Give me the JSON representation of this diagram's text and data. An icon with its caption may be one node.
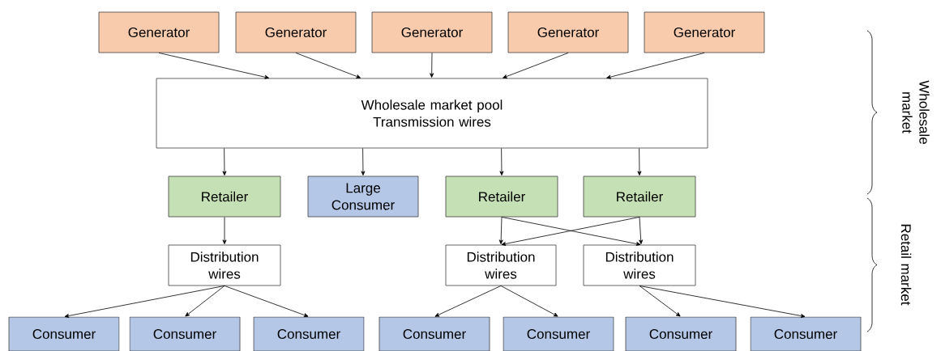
{
  "diagram": {
    "nodes": [
      {
        "text": [
          "Generator"
        ]
      },
      {
        "text": [
          "Generator"
        ]
      },
      {
        "text": [
          "Generator"
        ]
      },
      {
        "text": [
          "Generator"
        ]
      },
      {
        "text": [
          "Generator"
        ]
      },
      {
        "text": [
          "Wholesale market pool",
          "Transmission wires"
        ]
      },
      {
        "text": [
          "Retailer"
        ]
      },
      {
        "text": [
          "Large Consumer"
        ]
      },
      {
        "text": [
          "Retailer"
        ]
      },
      {
        "text": [
          "Retailer"
        ]
      },
      {
        "text": [
          "Distribution wires"
        ]
      },
      {
        "text": [
          "Distribution wires"
        ]
      },
      {
        "text": [
          "Distribution wires"
        ]
      },
      {
        "text": [
          "Consumer"
        ]
      },
      {
        "text": [
          "Consumer"
        ]
      },
      {
        "text": [
          "Consumer"
        ]
      },
      {
        "text": [
          "Consumer"
        ]
      },
      {
        "text": [
          "Consumer"
        ]
      },
      {
        "text": [
          "Consumer"
        ]
      },
      {
        "text": [
          "Consumer"
        ]
      }
    ],
    "edges": [
      {
        "from": 0,
        "to": 5,
        "arrow": "to"
      },
      {
        "from": 1,
        "to": 5,
        "arrow": "to"
      },
      {
        "from": 2,
        "to": 5,
        "arrow": "to"
      },
      {
        "from": 3,
        "to": 5,
        "arrow": "to"
      },
      {
        "from": 4,
        "to": 5,
        "arrow": "to"
      },
      {
        "from": 5,
        "to": 6,
        "arrow": "to"
      },
      {
        "from": 5,
        "to": 7,
        "arrow": "to"
      },
      {
        "from": 5,
        "to": 8,
        "arrow": "to"
      },
      {
        "from": 5,
        "to": 9,
        "arrow": "to"
      },
      {
        "from": 6,
        "to": 10,
        "arrow": "to"
      },
      {
        "from": 8,
        "to": 11,
        "arrow": "to"
      },
      {
        "from": 8,
        "to": 12,
        "arrow": "to"
      },
      {
        "from": 9,
        "to": 11,
        "arrow": "to"
      },
      {
        "from": 9,
        "to": 12,
        "arrow": "to"
      },
      {
        "from": 10,
        "to": 13,
        "arrow": "to"
      },
      {
        "from": 10,
        "to": 14,
        "arrow": "to"
      },
      {
        "from": 10,
        "to": 15,
        "arrow": "to"
      },
      {
        "from": 11,
        "to": 16,
        "arrow": "to"
      },
      {
        "from": 11,
        "to": 17,
        "arrow": "to"
      },
      {
        "from": 12,
        "to": 18,
        "arrow": "to"
      },
      {
        "from": 12,
        "to": 19,
        "arrow": "to"
      }
    ],
    "labels": [
      "Wholesale market",
      "Retail market"
    ]
  }
}
